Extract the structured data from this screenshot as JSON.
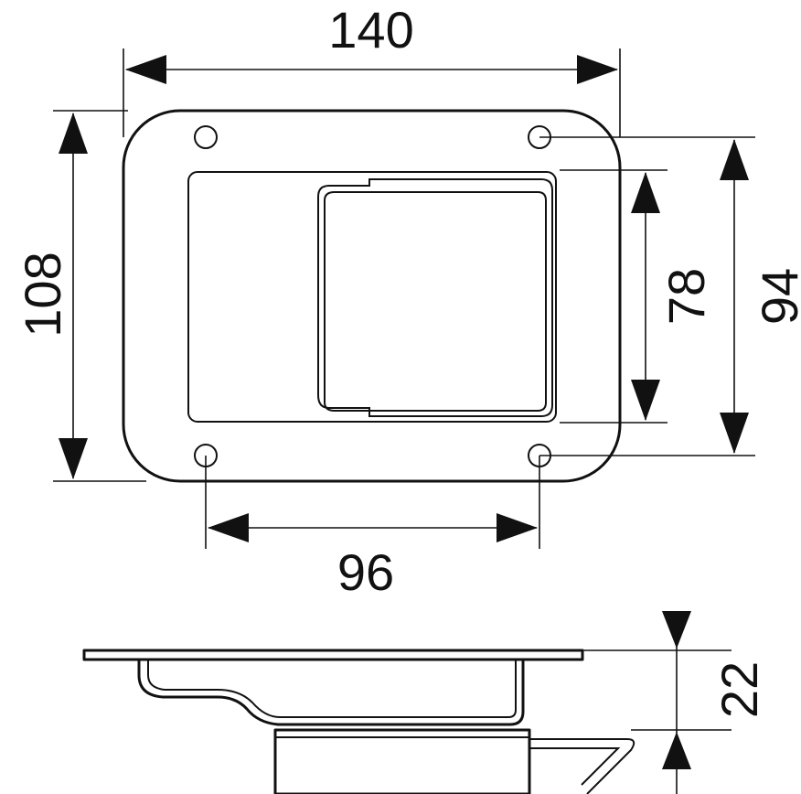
{
  "drawing": {
    "dimensions": {
      "overall_width": "140",
      "overall_height": "108",
      "cutout_height": "78",
      "hole_spacing_vertical": "94",
      "hole_spacing_horizontal": "96",
      "depth": "22"
    },
    "line_color": "#111111",
    "background": "#ffffff"
  }
}
